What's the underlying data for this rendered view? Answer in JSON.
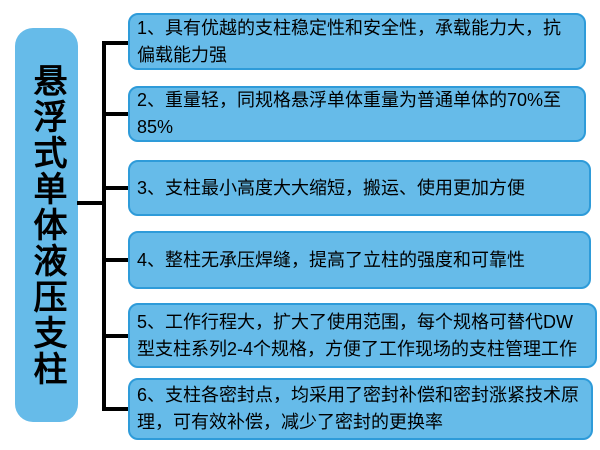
{
  "diagram": {
    "title": "悬浮式单体液压支柱",
    "boxes": [
      {
        "lines": [
          "1、具有优越的支柱稳定性和安全性，承载能力大，抗",
          "偏载能力强"
        ]
      },
      {
        "lines": [
          "2、重量轻，同规格悬浮单体重量为普通单体的70%至",
          "85%"
        ]
      },
      {
        "lines": [
          "3、支柱最小高度大大缩短，搬运、使用更加方便"
        ]
      },
      {
        "lines": [
          "4、整柱无承压焊缝，提高了立柱的强度和可靠性"
        ]
      },
      {
        "lines": [
          "5、工作行程大，扩大了使用范围，每个规格可替代DW",
          "型支柱系列2-4个规格，方便了工作现场的支柱管理工作"
        ]
      },
      {
        "lines": [
          "6、支柱各密封点，均采用了密封补偿和密封涨紧技术原",
          "理，可有效补偿，减少了密封的更换率"
        ]
      }
    ],
    "colors": {
      "node_fill": "#66BBE9",
      "node_border": "#2E9BD9",
      "connector": "#000000",
      "text": "#000000",
      "background": "#FFFFFF"
    }
  }
}
